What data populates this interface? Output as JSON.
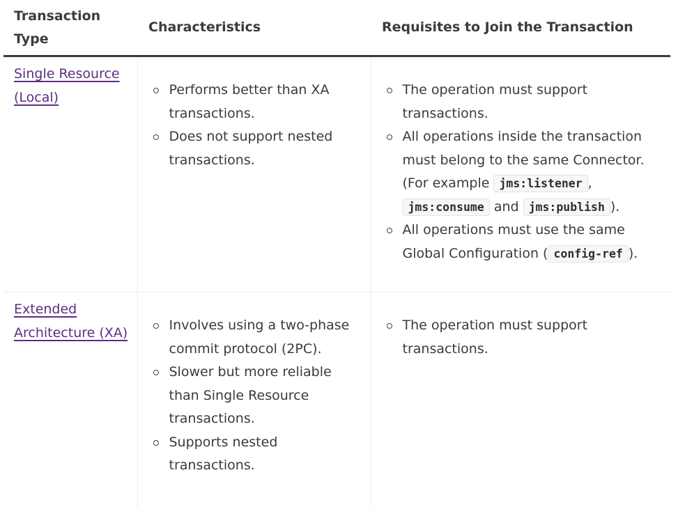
{
  "table": {
    "headers": {
      "type": "Transaction Type",
      "characteristics": "Characteristics",
      "requisites": "Requisites to Join the Transaction"
    },
    "rows": [
      {
        "type_link": "Single Resource (Local)",
        "characteristics": [
          "Performs better than XA transactions.",
          "Does not support nested transactions."
        ],
        "requisites": {
          "r0": "The operation must support transactions.",
          "r1_text_a": "All operations inside the transaction must belong to the same Connector. (For example ",
          "r1_code_a": "jms:listener",
          "r1_text_b": ",",
          "r1_code_b": "jms:consume",
          "r1_text_c": " and ",
          "r1_code_c": "jms:publish",
          "r1_text_d": ").",
          "r2_text_a": "All operations must use the same Global Configuration (",
          "r2_code_a": "config-ref",
          "r2_text_b": ")."
        }
      },
      {
        "type_link": "Extended Architecture (XA)",
        "characteristics": [
          "Involves using a two-phase commit protocol (2PC).",
          "Slower but more reliable than Single Resource transactions.",
          "Supports nested transactions."
        ],
        "requisites": {
          "r0": "The operation must support transactions."
        }
      }
    ]
  },
  "colors": {
    "link": "#5c2d82",
    "text": "#3a3a3a",
    "header_rule": "#3a3a3a",
    "cell_border": "#ececec",
    "code_bg": "#f7f7f7"
  }
}
